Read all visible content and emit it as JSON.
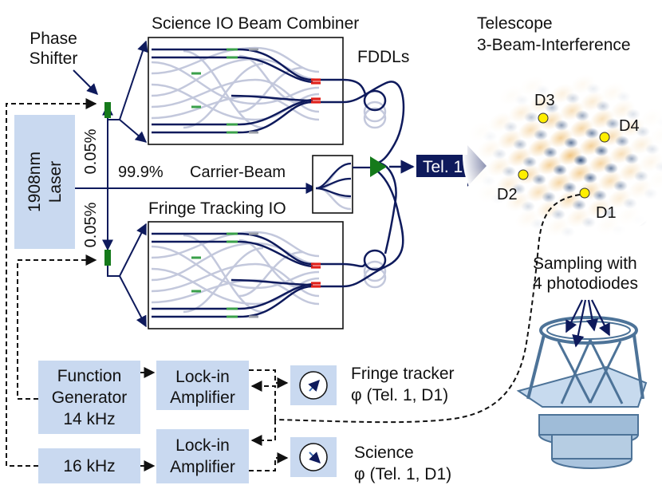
{
  "title_science": "Science IO Beam Combiner",
  "title_fringe": "Fringe Tracking IO",
  "phase_shifter": [
    "Phase",
    "Shifter"
  ],
  "fddls": "FDDLs",
  "laser": [
    "1908nm",
    "Laser"
  ],
  "split_top": "0.05%",
  "split_bottom": "0.05%",
  "carrier_pct": "99.9%",
  "carrier_label": "Carrier-Beam",
  "tel_label": "Tel. 1",
  "telescope_title": [
    "Telescope",
    "3-Beam-Interference"
  ],
  "detectors": [
    "D1",
    "D2",
    "D3",
    "D4"
  ],
  "sampling": [
    "Sampling with",
    "4 photodiodes"
  ],
  "function_generator": [
    "Function",
    "Generator",
    "14 kHz"
  ],
  "freq_16": "16 kHz",
  "lockin_top": [
    "Lock-in",
    "Amplifier"
  ],
  "lockin_bottom": [
    "Lock-in",
    "Amplifier"
  ],
  "fringe_out": [
    "Fringe tracker",
    "φ (Tel. 1, D1)"
  ],
  "science_out": [
    "Science",
    "φ (Tel. 1, D1)"
  ],
  "colors": {
    "navy": "#0e1a5c",
    "box_fill": "#c9d9f0",
    "green": "#157a1b",
    "fringe_orange": "#f1cc8e",
    "fringe_blue": "#2a4a7a",
    "detector_yellow": "#ffee00"
  }
}
